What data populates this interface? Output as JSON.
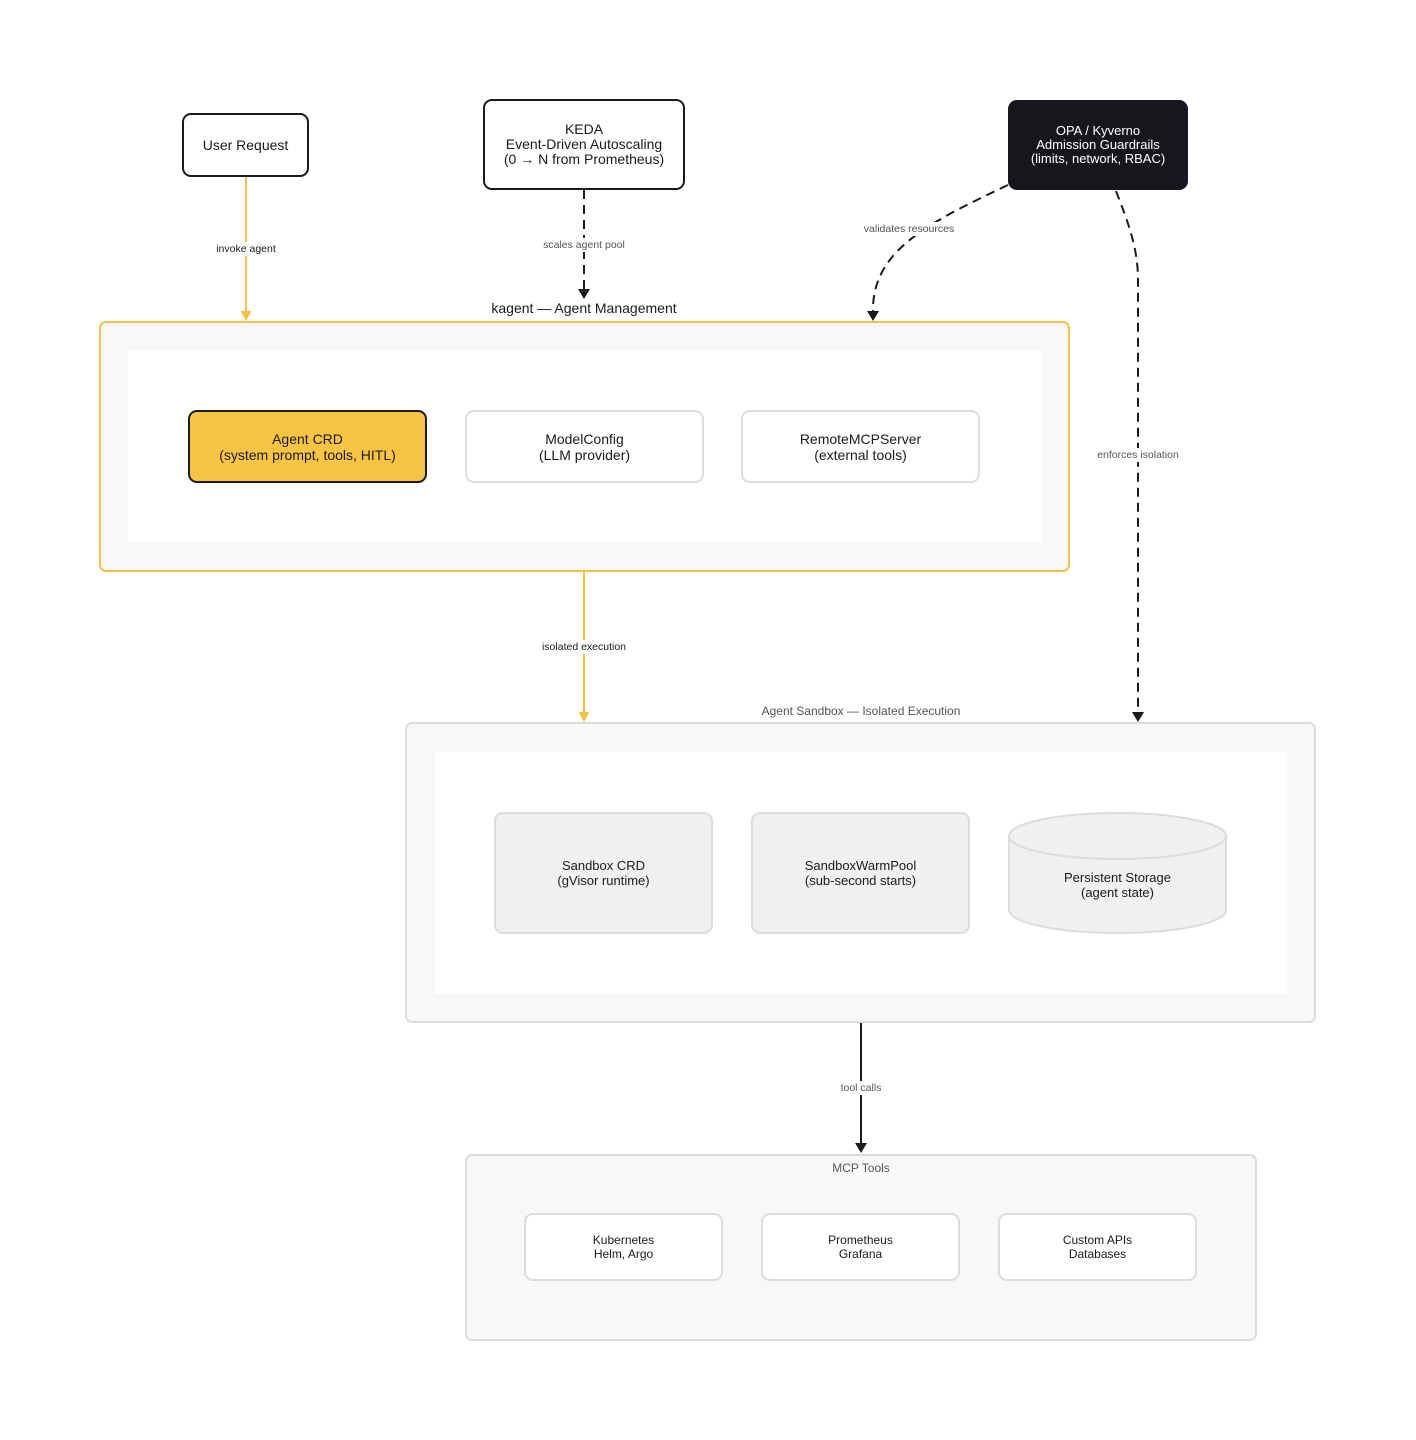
{
  "nodes": {
    "user_request": {
      "label": "User Request"
    },
    "keda": {
      "lines": [
        "KEDA",
        "Event-Driven Autoscaling",
        "(0 → N from Prometheus)"
      ]
    },
    "opa": {
      "lines": [
        "OPA / Kyverno",
        "Admission Guardrails",
        "(limits, network, RBAC)"
      ]
    }
  },
  "clusters": {
    "kagent": {
      "title": "kagent — Agent Management",
      "nodes": {
        "agent_crd": {
          "lines": [
            "Agent CRD",
            "(system prompt, tools, HITL)"
          ]
        },
        "model_config": {
          "lines": [
            "ModelConfig",
            "(LLM provider)"
          ]
        },
        "remote_mcp_server": {
          "lines": [
            "RemoteMCPServer",
            "(external tools)"
          ]
        }
      }
    },
    "sandbox": {
      "title": "Agent Sandbox — Isolated Execution",
      "nodes": {
        "sandbox_crd": {
          "lines": [
            "Sandbox CRD",
            "(gVisor runtime)"
          ]
        },
        "sandbox_warm_pool": {
          "lines": [
            "SandboxWarmPool",
            "(sub-second starts)"
          ]
        },
        "persistent_storage": {
          "lines": [
            "Persistent Storage",
            "(agent state)"
          ]
        }
      }
    },
    "mcp_tools": {
      "title": "MCP Tools",
      "nodes": {
        "kubernetes": {
          "lines": [
            "Kubernetes",
            "Helm, Argo"
          ]
        },
        "prometheus": {
          "lines": [
            "Prometheus",
            "Grafana"
          ]
        },
        "custom_apis": {
          "lines": [
            "Custom APIs",
            "Databases"
          ]
        }
      }
    }
  },
  "edges": {
    "invoke_agent": {
      "label": "invoke agent"
    },
    "scales_agent_pool": {
      "label": "scales agent pool"
    },
    "validates_resources": {
      "label": "validates resources"
    },
    "enforces_isolation": {
      "label": "enforces isolation"
    },
    "isolated_execution": {
      "label": "isolated execution"
    },
    "tool_calls": {
      "label": "tool calls"
    }
  },
  "colors": {
    "accent_yellow": "#f5c242",
    "agent_crd_fill": "#f8c443",
    "dark_node_fill": "#17161d",
    "edge_dark": "#1a1a1a",
    "cluster_border": "#dcdcdc",
    "cluster_fill": "#f8f8f8"
  }
}
